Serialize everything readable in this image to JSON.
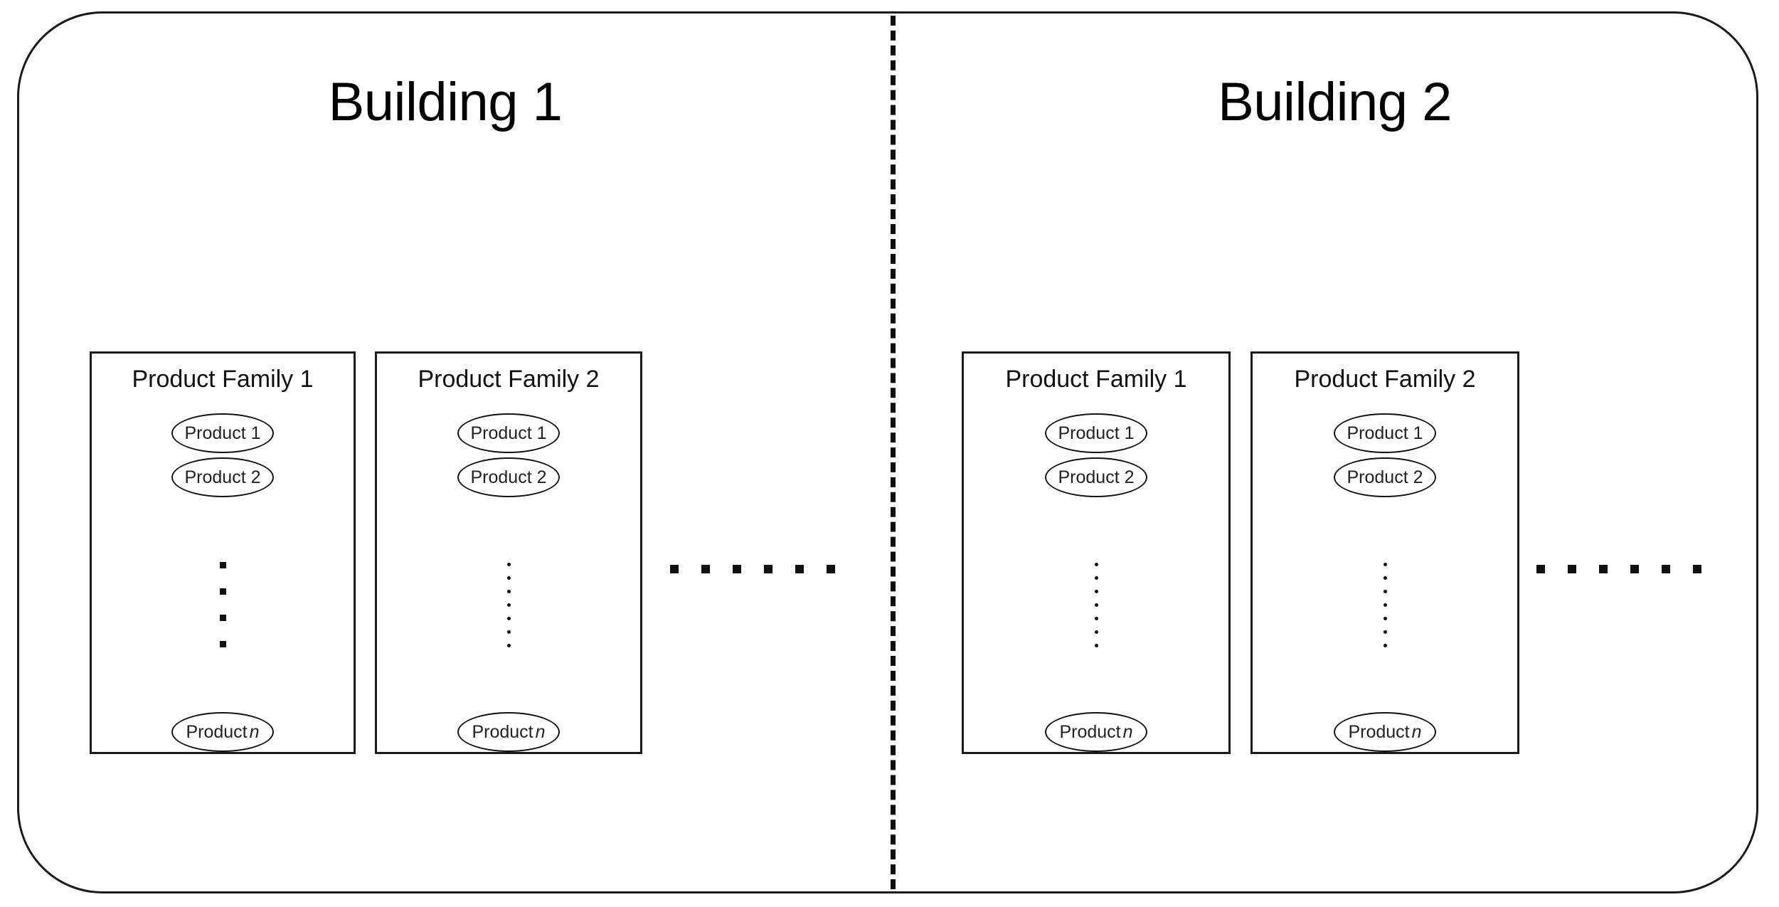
{
  "diagram": {
    "title_omitted": true,
    "frame": {
      "shape": "rounded-rectangle",
      "stroke_color": "#1a1a1a"
    },
    "divider": {
      "style": "dashed",
      "color": "#0d0d0d"
    },
    "buildings": [
      {
        "label": "Building 1",
        "families": [
          {
            "label": "Product Family 1",
            "products": [
              {
                "label": "Product 1"
              },
              {
                "label": "Product 2"
              }
            ],
            "ellipsis": {
              "style": "big-square",
              "count": 4
            },
            "last_product": {
              "prefix": "Product ",
              "suffix": "n"
            }
          },
          {
            "label": "Product Family 2",
            "products": [
              {
                "label": "Product 1"
              },
              {
                "label": "Product 2"
              }
            ],
            "ellipsis": {
              "style": "small-round",
              "count": 7
            },
            "last_product": {
              "prefix": "Product ",
              "suffix": "n"
            }
          }
        ],
        "more_families_ellipsis": {
          "style": "square",
          "count": 6
        }
      },
      {
        "label": "Building 2",
        "families": [
          {
            "label": "Product Family 1",
            "products": [
              {
                "label": "Product 1"
              },
              {
                "label": "Product 2"
              }
            ],
            "ellipsis": {
              "style": "small-round",
              "count": 7
            },
            "last_product": {
              "prefix": "Product ",
              "suffix": "n"
            }
          },
          {
            "label": "Product Family 2",
            "products": [
              {
                "label": "Product 1"
              },
              {
                "label": "Product 2"
              }
            ],
            "ellipsis": {
              "style": "small-round",
              "count": 7
            },
            "last_product": {
              "prefix": "Product ",
              "suffix": "n"
            }
          }
        ],
        "more_families_ellipsis": {
          "style": "square",
          "count": 6
        }
      }
    ]
  },
  "colors": {
    "stroke": "#1a1a1a",
    "text": "#000000",
    "background": "#ffffff"
  }
}
